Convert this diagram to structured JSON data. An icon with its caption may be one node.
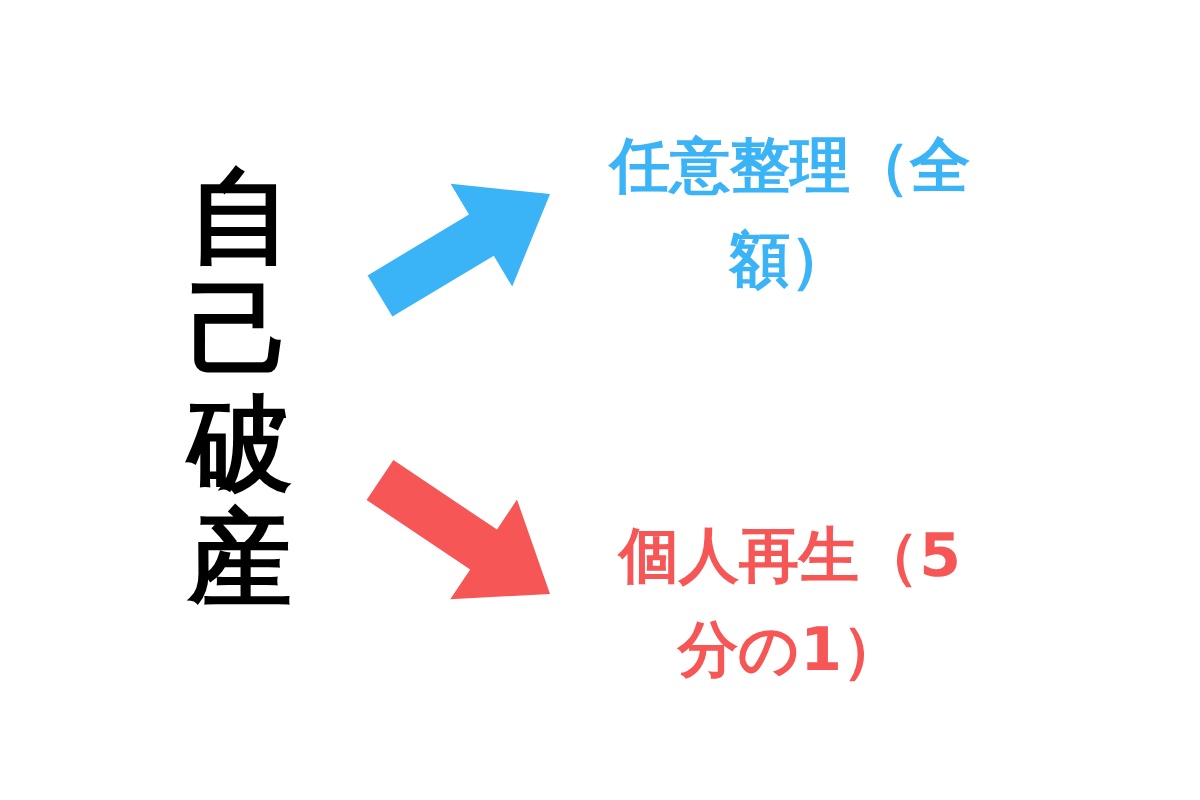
{
  "diagram": {
    "nodes": [
      {
        "text": [
          "自己破産"
        ]
      },
      {
        "text": [
          "任意整理（全額）"
        ]
      },
      {
        "text": [
          "個人再生（5分の1）"
        ]
      }
    ],
    "edges": [
      {
        "from": 0,
        "to": 1,
        "arrow": "to",
        "color": "#3bb3f7"
      },
      {
        "from": 0,
        "to": 2,
        "arrow": "to",
        "color": "#f75656"
      }
    ]
  }
}
